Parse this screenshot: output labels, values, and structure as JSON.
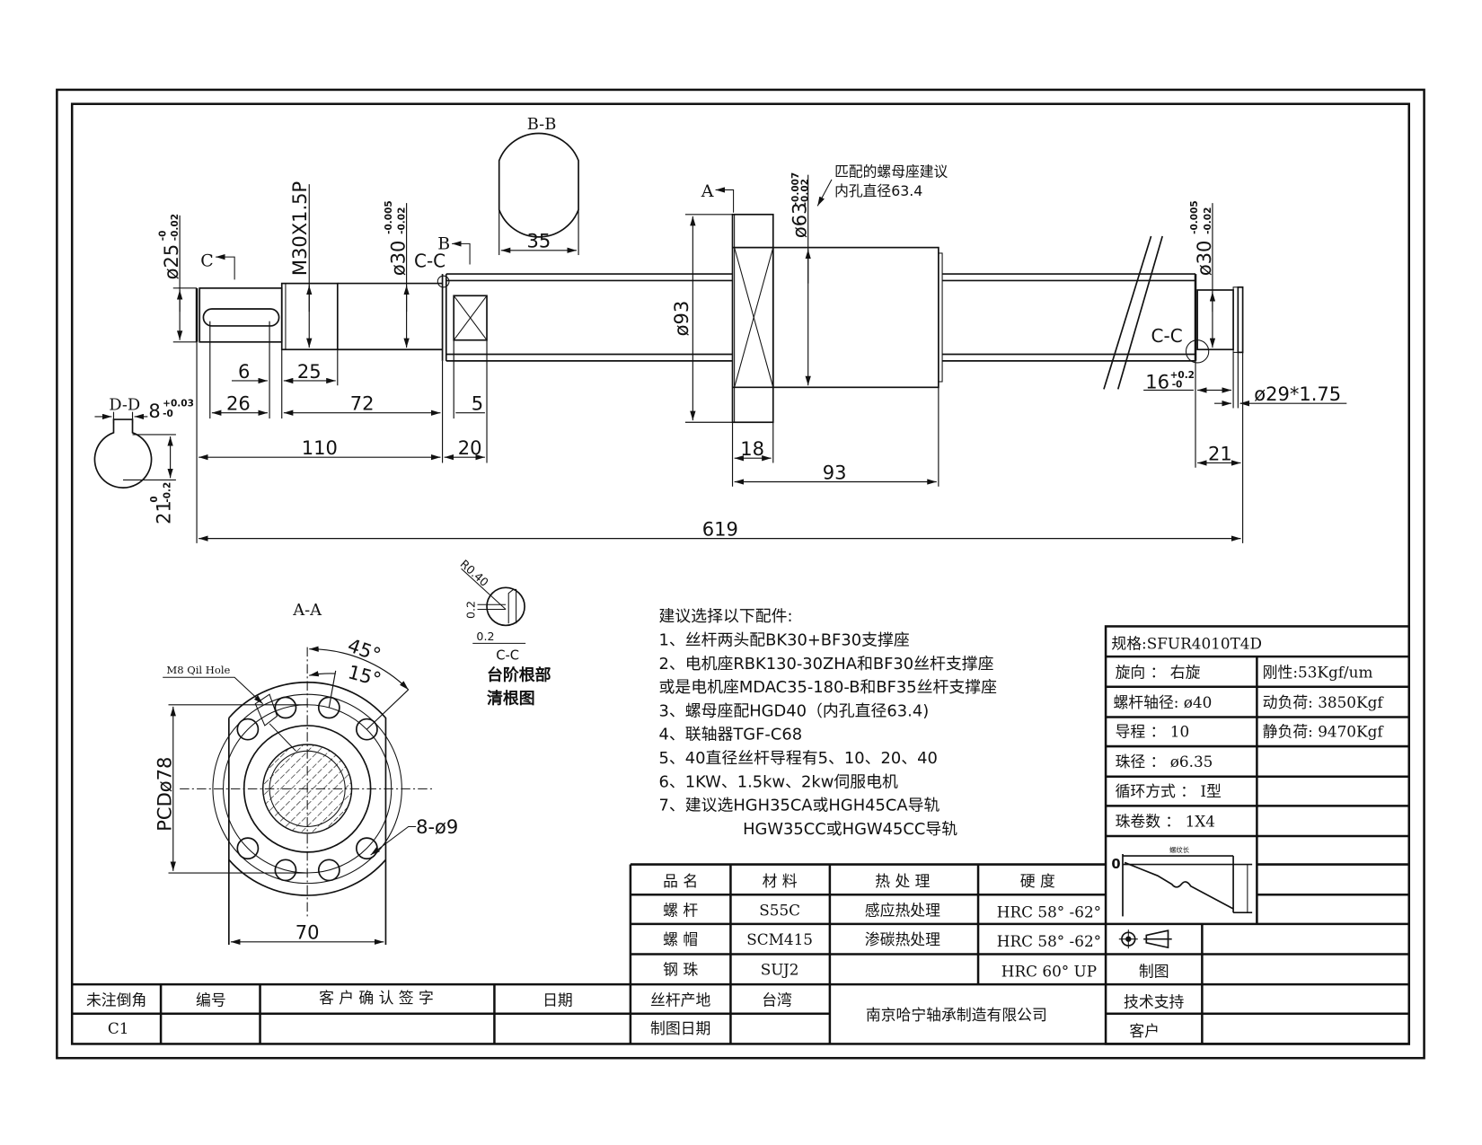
{
  "drawing": {
    "section_labels": {
      "bb": "B-B",
      "aa": "A-A",
      "dd": "D-D",
      "cc_left": "C-C",
      "cc_right": "C-C",
      "cc_detail": "C-C",
      "marker_c": "C",
      "marker_b": "B",
      "marker_a": "A"
    },
    "dims": {
      "d619": "619",
      "d110": "110",
      "d20": "20",
      "d26": "26",
      "d72": "72",
      "d5": "5",
      "d6": "6",
      "d25": "25",
      "d18": "18",
      "d93": "93",
      "d21": "21",
      "d35": "35",
      "d16": "16",
      "d16_tol_upper": "+0.2",
      "d16_tol_lower": "-0",
      "phi29": "ø29*1.75",
      "phi93": "ø93",
      "phi63": "ø63",
      "phi63_tol_upper": "-0.007",
      "phi63_tol_lower": "-0.02",
      "phi25": "ø25",
      "phi25_tol_upper": "-0",
      "phi25_tol_lower": "-0.02",
      "m30": "M30X1.5P",
      "phi30_left": "ø30",
      "phi30_left_tol_upper": "-0.005",
      "phi30_left_tol_lower": "-0.02",
      "phi30_right": "ø30",
      "phi30_right_tol_upper": "-0.005",
      "phi30_right_tol_lower": "-0.02",
      "key_width": "8",
      "key_width_tol_upper": "+0.03",
      "key_width_tol_lower": "-0",
      "key_depth": "21",
      "key_depth_tol_upper": "0",
      "key_depth_tol_lower": "-0.2",
      "pcd": "PCDø78",
      "holes": "8-ø9",
      "flange_width": "70",
      "angle45": "45°",
      "angle15": "15°",
      "oil_hole": "M8 Qil Hole",
      "r040": "R0.40",
      "d02_v": "0.2",
      "d02_h": "0.2"
    },
    "nut_seat_note": [
      "匹配的螺母座建议",
      "内孔直径63.4"
    ],
    "detail_title": [
      "台阶根部",
      "清根图"
    ]
  },
  "notes": {
    "title": "建议选择以下配件:",
    "items": [
      "1、丝杆两头配BK30+BF30支撑座",
      "2、电机座RBK130-30ZHA和BF30丝杆支撑座",
      "或是电机座MDAC35-180-B和BF35丝杆支撑座",
      "3、螺母座配HGD40（内孔直径63.4)",
      "4、联轴器TGF-C68",
      "5、40直径丝杆导程有5、10、20、40",
      "6、1KW、1.5kw、2kw伺服电机",
      "7、建议选HGH35CA或HGH45CA导轨",
      "HGW35CC或HGW45CC导轨"
    ]
  },
  "spec": {
    "model": "规格:SFUR4010T4D",
    "rows": [
      {
        "left": "旋向 ：  右旋",
        "right": "刚性:53Kgf/um"
      },
      {
        "left": "螺杆轴径: ø40",
        "right": "动负荷: 3850Kgf"
      },
      {
        "left": "导程 ：  10",
        "right": "静负荷: 9470Kgf"
      },
      {
        "left": "珠径 ： ø6.35",
        "right": ""
      },
      {
        "left": "循环方式 ： I型",
        "right": ""
      },
      {
        "left": "珠卷数 ： 1X4",
        "right": ""
      }
    ],
    "graph_zero": "0",
    "graph_label": "螺纹长",
    "drawn_by": "制图",
    "tech_support": "技术支持",
    "customer": "客户"
  },
  "materials": {
    "headers": [
      "品 名",
      "材 料",
      "热 处 理",
      "硬 度"
    ],
    "rows": [
      [
        "螺 杆",
        "S55C",
        "感应热处理",
        "HRC 58° -62°"
      ],
      [
        "螺 帽",
        "SCM415",
        "渗碳热处理",
        "HRC 58° -62°"
      ],
      [
        "钢 珠",
        "SUJ2",
        "",
        "HRC 60°  UP"
      ]
    ]
  },
  "title_block": {
    "chamfer_label": "未注倒角",
    "chamfer_value": "C1",
    "number_label": "编号",
    "signature_label": "客 户 确 认 签 字",
    "date_label": "日期",
    "origin_label": "丝杆产地",
    "origin_value": "台湾",
    "drawing_date_label": "制图日期",
    "company": "南京哈宁轴承制造有限公司"
  }
}
